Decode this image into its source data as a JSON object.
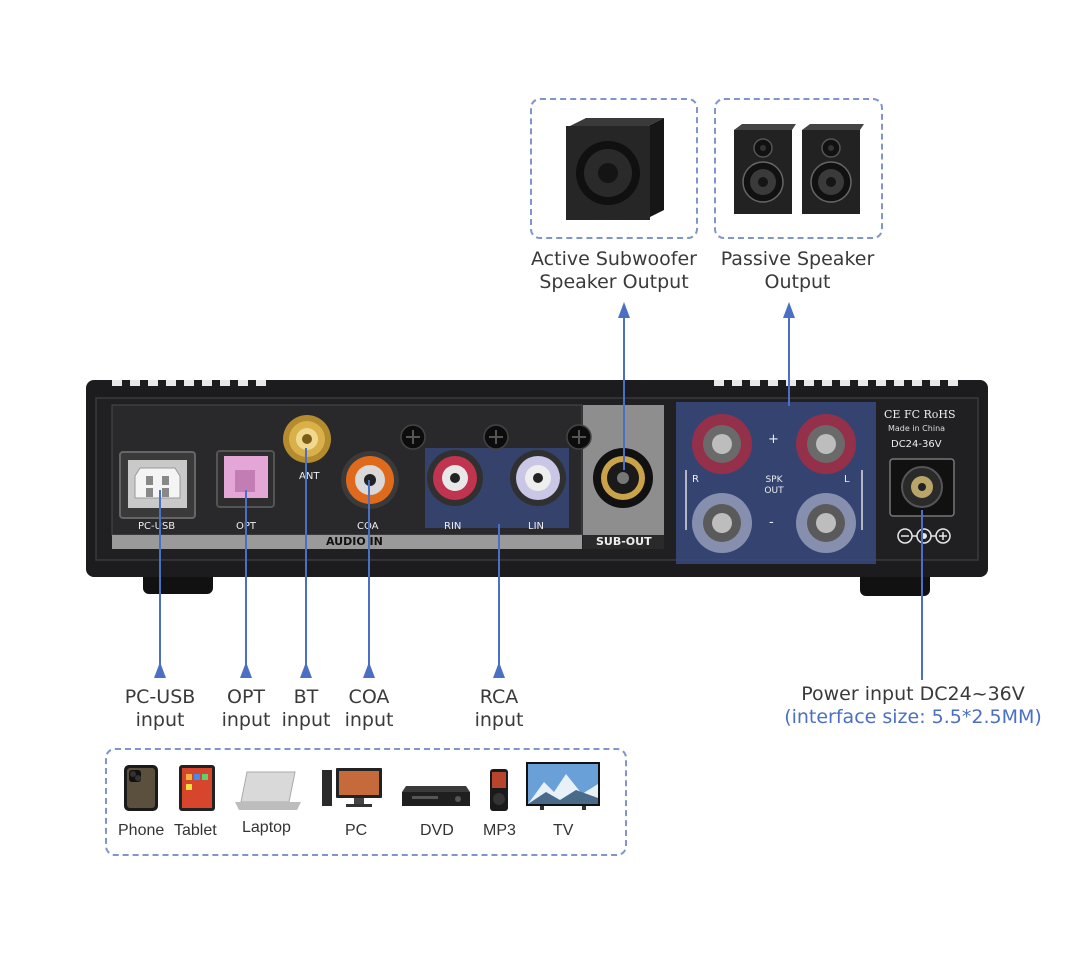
{
  "outputs": {
    "subwoofer": {
      "line1": "Active Subwoofer",
      "line2": "Speaker Output"
    },
    "passive": {
      "line1": "Passive Speaker",
      "line2": "Output"
    }
  },
  "panel": {
    "cert_marks": "CE FC RoHS",
    "made_in": "Made in China",
    "dc_rating": "DC24-36V",
    "port_labels": {
      "pc_usb": "PC-USB",
      "opt": "OPT",
      "ant": "ANT",
      "coa": "COA",
      "rin": "RIN",
      "lin": "LIN",
      "audio_in": "AUDIO IN",
      "sub_out": "SUB-OUT",
      "spk_out_line1": "SPK",
      "spk_out_line2": "OUT",
      "plus": "+",
      "minus": "-",
      "r": "R",
      "l": "L"
    }
  },
  "inputs": {
    "pc_usb": {
      "line1": "PC-USB",
      "line2": "input"
    },
    "opt": {
      "line1": "OPT",
      "line2": "input"
    },
    "bt": {
      "line1": "BT",
      "line2": "input"
    },
    "coa": {
      "line1": "COA",
      "line2": "input"
    },
    "rca": {
      "line1": "RCA",
      "line2": "input"
    }
  },
  "power": {
    "line1": "Power input DC24~36V",
    "line2": "(interface size: 5.5*2.5MM)"
  },
  "devices": [
    {
      "name": "phone",
      "label": "Phone"
    },
    {
      "name": "tablet",
      "label": "Tablet"
    },
    {
      "name": "laptop",
      "label": "Laptop"
    },
    {
      "name": "pc",
      "label": "PC"
    },
    {
      "name": "dvd",
      "label": "DVD"
    },
    {
      "name": "mp3",
      "label": "MP3"
    },
    {
      "name": "tv",
      "label": "TV"
    }
  ],
  "colors": {
    "accent": "#4a6fc4",
    "dashed_border": "#7f95cc",
    "chassis": "#1c1c1e",
    "opt_port": "#e3a6d6",
    "coa_ring": "#e06a1c",
    "rca_red": "#c0344f",
    "rca_white": "#c9c6e6"
  }
}
